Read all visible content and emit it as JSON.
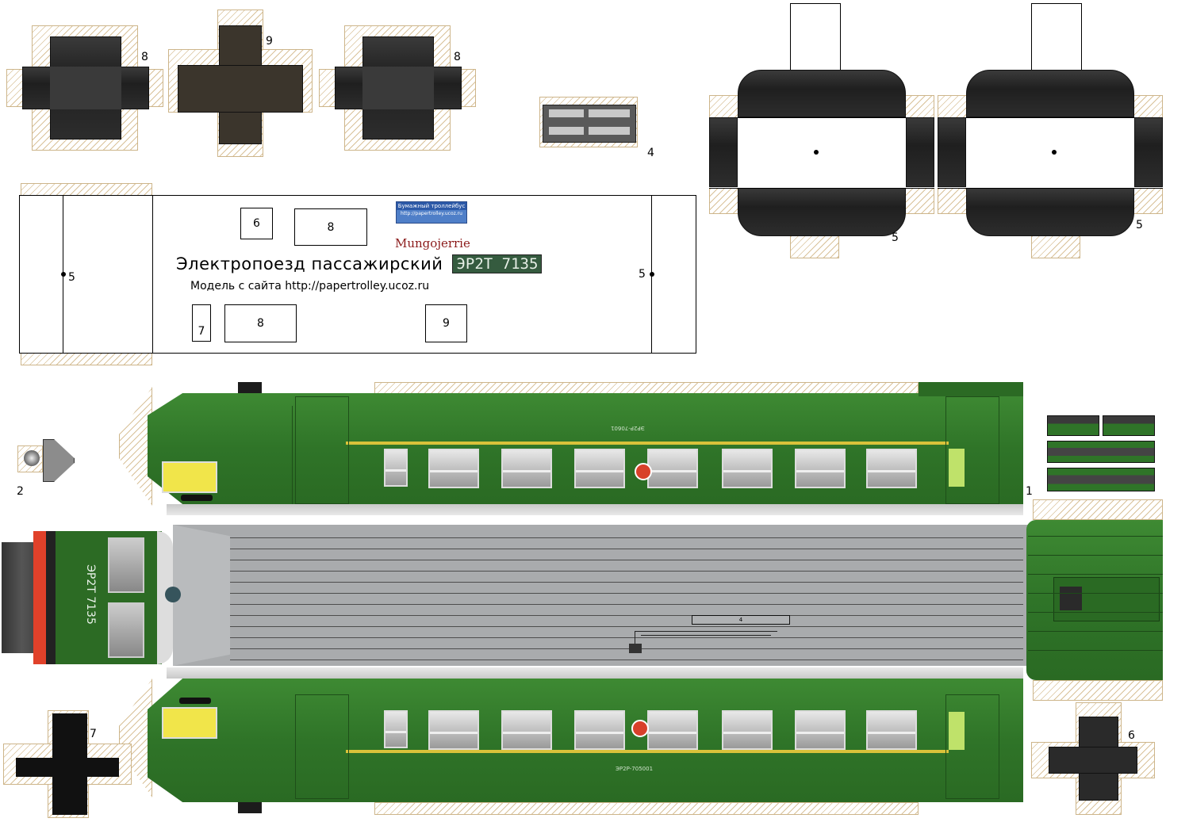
{
  "base": {
    "title": "Электропоезд пассажирский",
    "reg": "ЭР2Т 7135",
    "site": "Модель с сайта  http://papertrolley.ucoz.ru",
    "brand": "Mungojerrie",
    "sign_line1": "Бумажный троллейбус",
    "sign_line2": "http://papertrolley.ucoz.ru",
    "box_labels": {
      "b6": "6",
      "b8a": "8",
      "b7": "7",
      "b8b": "8",
      "b9": "9"
    },
    "marks": {
      "left": "5",
      "right": "5"
    }
  },
  "parts": {
    "label_8a": "8",
    "label_9": "9",
    "label_8b": "8",
    "label_4": "4",
    "label_5a": "5",
    "label_5b": "5",
    "label_2": "2",
    "label_1": "1",
    "label_7": "7",
    "label_6": "6"
  },
  "car": {
    "front_reg": "ЭР2Т 7135",
    "side_number_top": "ЭР2Р-70601",
    "side_number_bottom": "ЭР2Р-705001",
    "roof_marker": "4"
  },
  "colors": {
    "body_green": "#2f7428",
    "stripe_yellow": "#d9c23a",
    "roof_grey": "#a9abad",
    "hatch": "#d9c29a",
    "front_red": "#e0412a"
  }
}
